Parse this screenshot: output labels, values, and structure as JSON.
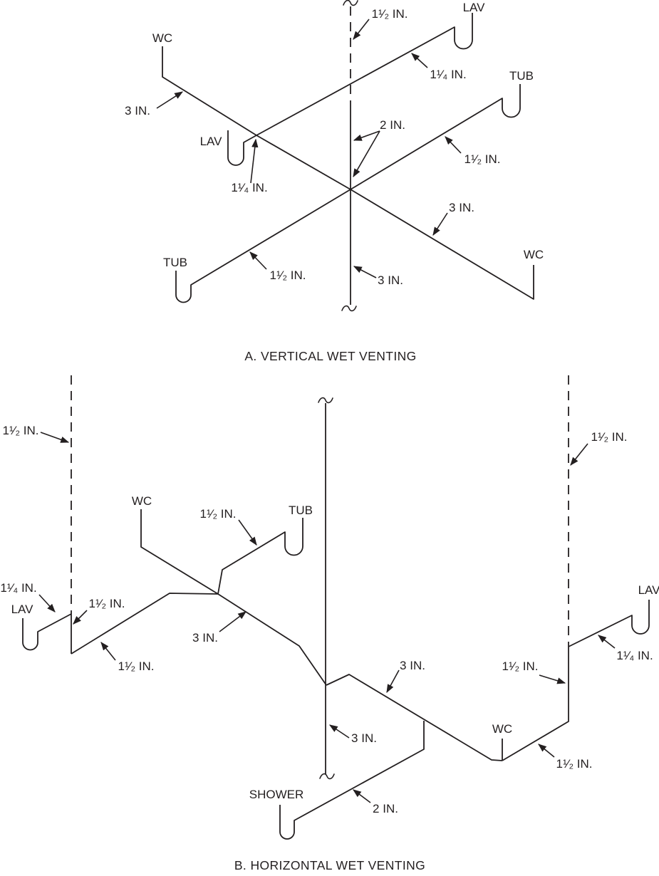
{
  "page": {
    "background": "#ffffff",
    "line_color": "#231f20"
  },
  "section_a": {
    "caption": "A. VERTICAL WET VENTING",
    "fixtures": {
      "wc_top_left": "WC",
      "lav_top_right": "LAV",
      "lav_mid_left": "LAV",
      "tub_top_right": "TUB",
      "tub_bottom_left": "TUB",
      "wc_bottom_right": "WC"
    },
    "pipe_sizes": {
      "stack_vent": "1¹⁄₂ IN.",
      "lav_branch_top_right": "1¹⁄₄ IN.",
      "wc_branch_top_left": "3 IN.",
      "lav_branch_mid_left": "1¹⁄₄ IN.",
      "wet_vent": "2 IN.",
      "tub_branch_top_right": "1¹⁄₂ IN.",
      "wc_branch_bottom_right": "3 IN.",
      "tub_branch_bottom_left": "1¹⁄₂ IN.",
      "stack_below": "3 IN."
    }
  },
  "section_b": {
    "caption": "B. HORIZONTAL WET VENTING",
    "fixtures": {
      "wc_left": "WC",
      "tub": "TUB",
      "lav_left": "LAV",
      "shower": "SHOWER",
      "wc_right": "WC",
      "lav_right": "LAV"
    },
    "pipe_sizes": {
      "vent_left": "1¹⁄₂ IN.",
      "lav_left_trap_arm": "1¹⁄₄ IN.",
      "lav_left_vertical": "1¹⁄₂ IN.",
      "lav_left_drain": "1¹⁄₂ IN.",
      "tub_trap_arm": "1¹⁄₂ IN.",
      "branch_upstream": "3 IN.",
      "branch_downstream": "3 IN.",
      "stack": "3 IN.",
      "shower_branch": "2 IN.",
      "vent_right": "1¹⁄₂ IN.",
      "wc_right_vertical": "1¹⁄₂ IN.",
      "lav_right_trap_arm": "1¹⁄₄ IN.",
      "wc_right_branch": "1¹⁄₂ IN."
    }
  }
}
